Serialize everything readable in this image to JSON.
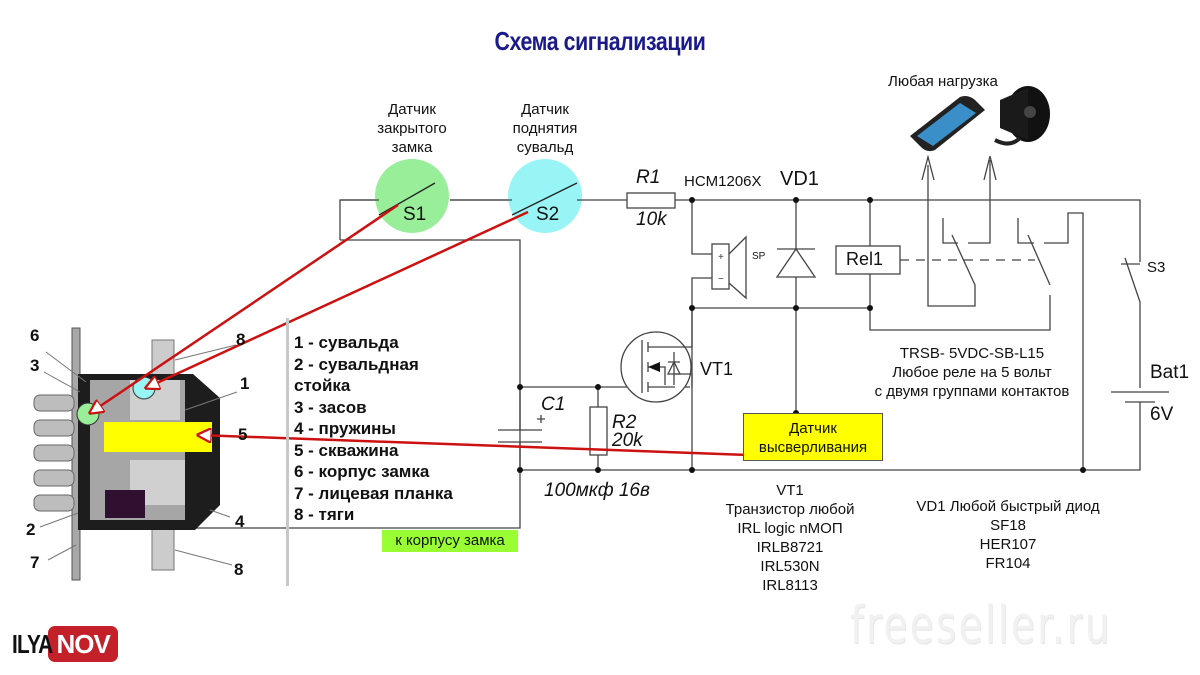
{
  "title": "Схема сигнализации",
  "sensors": {
    "s1": {
      "caption": [
        "Датчик",
        "закрытого",
        "замка"
      ],
      "label": "S1",
      "color": "#99ee99"
    },
    "s2": {
      "caption": [
        "Датчик",
        "поднятия",
        "сувальд"
      ],
      "label": "S2",
      "color": "#99f5f5"
    }
  },
  "components": {
    "r1": {
      "name": "R1",
      "value": "10k"
    },
    "hcm": "HCM1206X",
    "sp": "SP",
    "vd1": "VD1",
    "rel1": "Rel1",
    "vt1": "VT1",
    "c1": {
      "name": "C1",
      "value": "100мкф 16в"
    },
    "r2": {
      "name": "R2",
      "value": "20k"
    },
    "s3": "S3",
    "bat1": {
      "name": "Bat1",
      "value": "6V"
    }
  },
  "load": {
    "caption": "Любая нагрузка",
    "items": [
      "phone",
      "siren"
    ]
  },
  "relay_note": [
    "TRSB- 5VDC-SB-L15",
    "Любое реле на 5 вольт",
    "с двумя группами контактов"
  ],
  "drill_sensor": [
    "Датчик",
    "высверливания"
  ],
  "transistor_note": [
    "VT1",
    "Транзистор любой",
    "IRL logic nМОП",
    "IRLB8721",
    "IRL530N",
    "IRL8113"
  ],
  "diode_note": [
    "VD1  Любой быстрый диод",
    "SF18",
    "HER107",
    "FR104"
  ],
  "case_tag": "к корпусу замка",
  "legend": [
    "1 - сувальда",
    "2 - сувальдная",
    "стойка",
    "3 - засов",
    "4 - пружины",
    "5 - скважина",
    "6 - корпус замка",
    "7 - лицевая планка",
    "8 - тяги"
  ],
  "lock_callouts": [
    "6",
    "3",
    "8",
    "1",
    "5",
    "2",
    "4",
    "7",
    "8"
  ],
  "branding": {
    "logo_left": "ILYA",
    "logo_right": "NOV",
    "watermark": "freeseller.ru"
  },
  "colors": {
    "title": "#1a1a8c",
    "arrow": "#cc1111",
    "drill_sensor": "#ffff00",
    "case_tag": "#99ff33",
    "logo": "#c4202a"
  }
}
